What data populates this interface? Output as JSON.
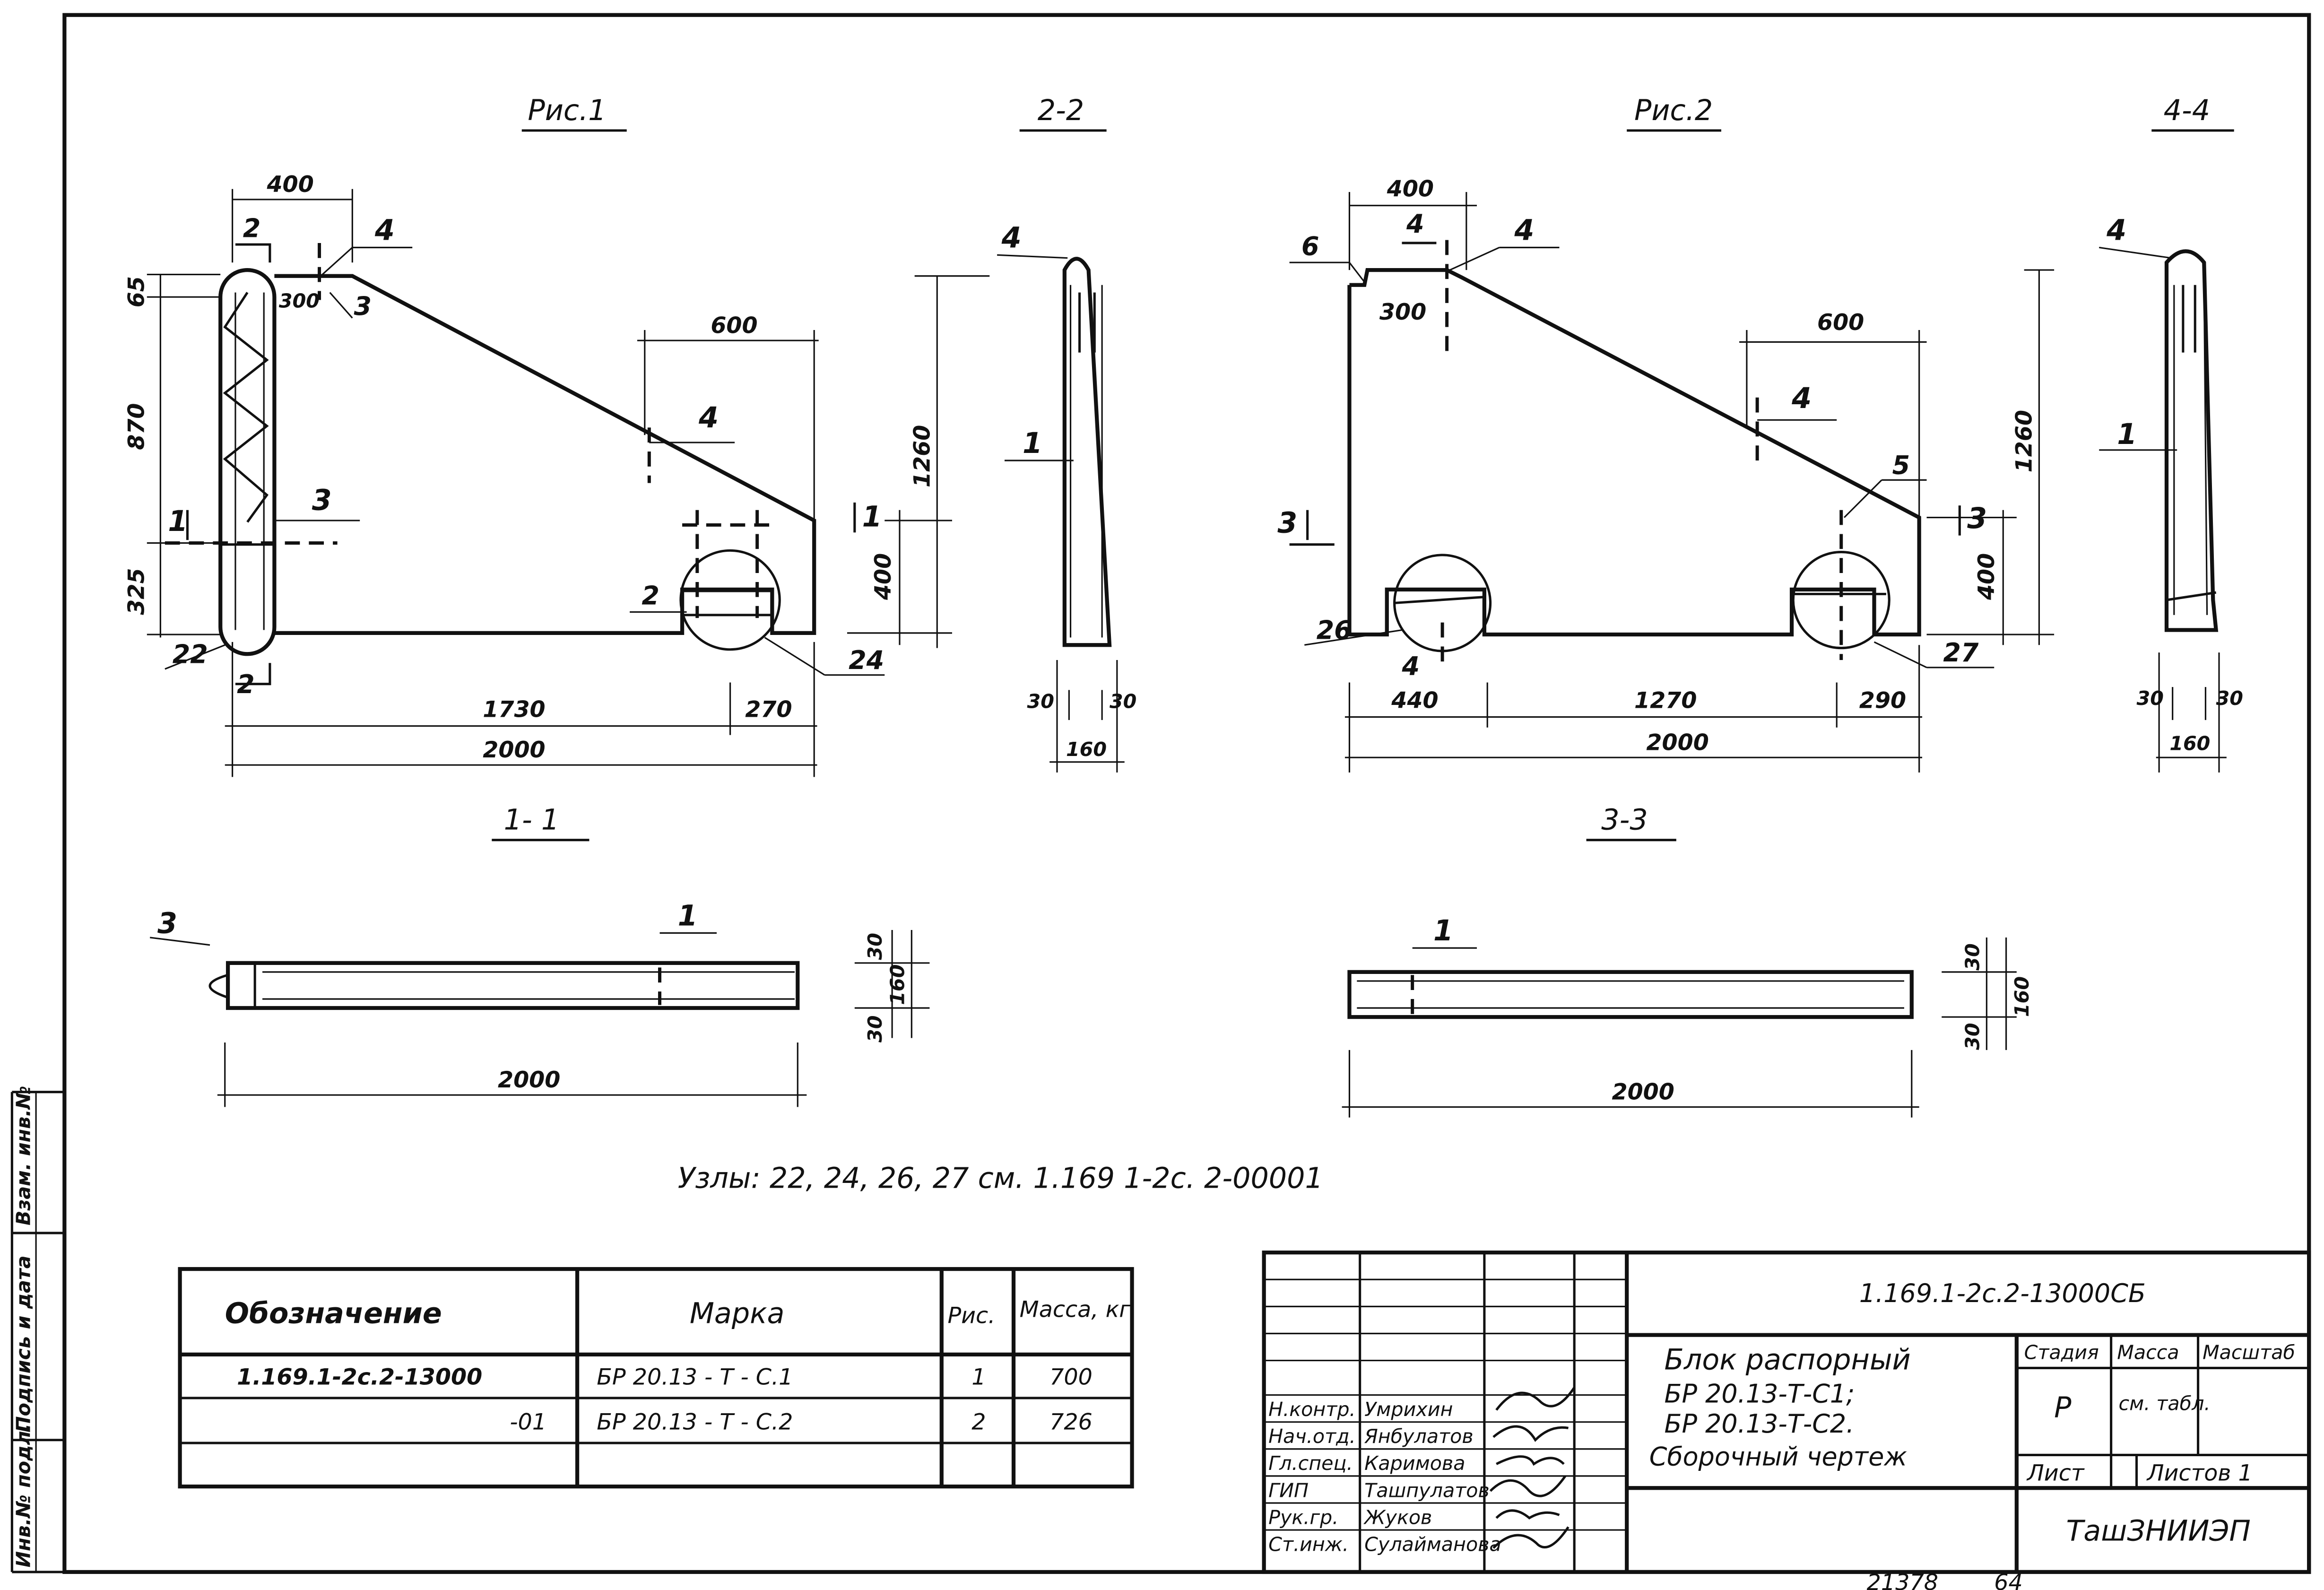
{
  "fig1": {
    "title": "Рис.1",
    "dims": {
      "top_w": "400",
      "step_w": "300",
      "top_h": "65",
      "mid_h": "870",
      "bot_h": "325",
      "slope_w": "600",
      "rise": "1260",
      "foot_h": "400",
      "len_a": "1730",
      "len_b": "270",
      "total": "2000"
    },
    "labels": {
      "pos4_top": "4",
      "pos3": "3",
      "pos3_mid": "3",
      "pos4_mid": "4",
      "pos2": "2",
      "node22": "22",
      "node24": "24",
      "sec2_top": "2",
      "sec2_bot": "2",
      "sec1_l": "1",
      "sec1_r": "1"
    }
  },
  "sec22": {
    "title": "2-2",
    "pos4": "4",
    "pos1": "1",
    "w1": "30",
    "w2": "30",
    "w": "160"
  },
  "fig2": {
    "title": "Рис.2",
    "dims": {
      "top_w": "400",
      "step_w": "300",
      "slope_w": "600",
      "rise": "1260",
      "foot_h": "400",
      "len_a": "440",
      "len_b": "1270",
      "len_c": "290",
      "total": "2000"
    },
    "labels": {
      "pos6": "6",
      "pos4_top": "4",
      "pos4_sec": "4",
      "pos4_mid": "4",
      "pos5": "5",
      "pos4_bot": "4",
      "node26": "26",
      "node27": "27",
      "sec3_l": "3",
      "sec3_r": "3"
    }
  },
  "sec44": {
    "title": "4-4",
    "pos4": "4",
    "pos1": "1",
    "w1": "30",
    "w2": "30",
    "w": "160"
  },
  "sec11": {
    "title": "1- 1",
    "pos3": "3",
    "pos1": "1",
    "t1": "30",
    "t2": "30",
    "w": "160",
    "len": "2000"
  },
  "sec33": {
    "title": "3-3",
    "pos1": "1",
    "t1": "30",
    "t2": "30",
    "w": "160",
    "len": "2000"
  },
  "note": "Узлы: 22, 24, 26, 27 см. 1.169 1-2с. 2-00001",
  "spec": {
    "headers": [
      "Обозначение",
      "Марка",
      "Рис.",
      "Масса, кг"
    ],
    "rows": [
      [
        "1.169.1-2с.2-13000",
        "БР 20.13 - Т - С.1",
        "1",
        "700"
      ],
      [
        "-01",
        "БР 20.13 - Т - С.2",
        "2",
        "726"
      ],
      [
        "",
        "",
        "",
        ""
      ]
    ]
  },
  "side_stamp": {
    "inv": "Инв.№ подл.",
    "sign": "Подпись и дата",
    "repl": "Взам. инв.№"
  },
  "title_block": {
    "code": "1.169.1-2с.2-13000СБ",
    "name_lines": [
      "Блок распорный",
      "БР 20.13-Т-С1;",
      "БР 20.13-Т-С2.",
      "Сборочный чертеж"
    ],
    "stage_header": "Стадия",
    "mass_header": "Масса",
    "scale_header": "Масштаб",
    "stage": "Р",
    "mass": "см. табл.",
    "sheet_label": "Лист",
    "sheets_label": "Листов 1",
    "org": "ТашЗНИИЭП",
    "roles": [
      "Н.контр.",
      "Нач.отд.",
      "Гл.спец.",
      "ГИП",
      "Рук.гр.",
      "Ст.инж."
    ],
    "names": [
      "Умрихин",
      "Янбулатов",
      "Каримова",
      "Ташпулатов",
      "Жуков",
      "Сулайманова"
    ]
  },
  "footer": {
    "num": "21378",
    "page": "64"
  }
}
